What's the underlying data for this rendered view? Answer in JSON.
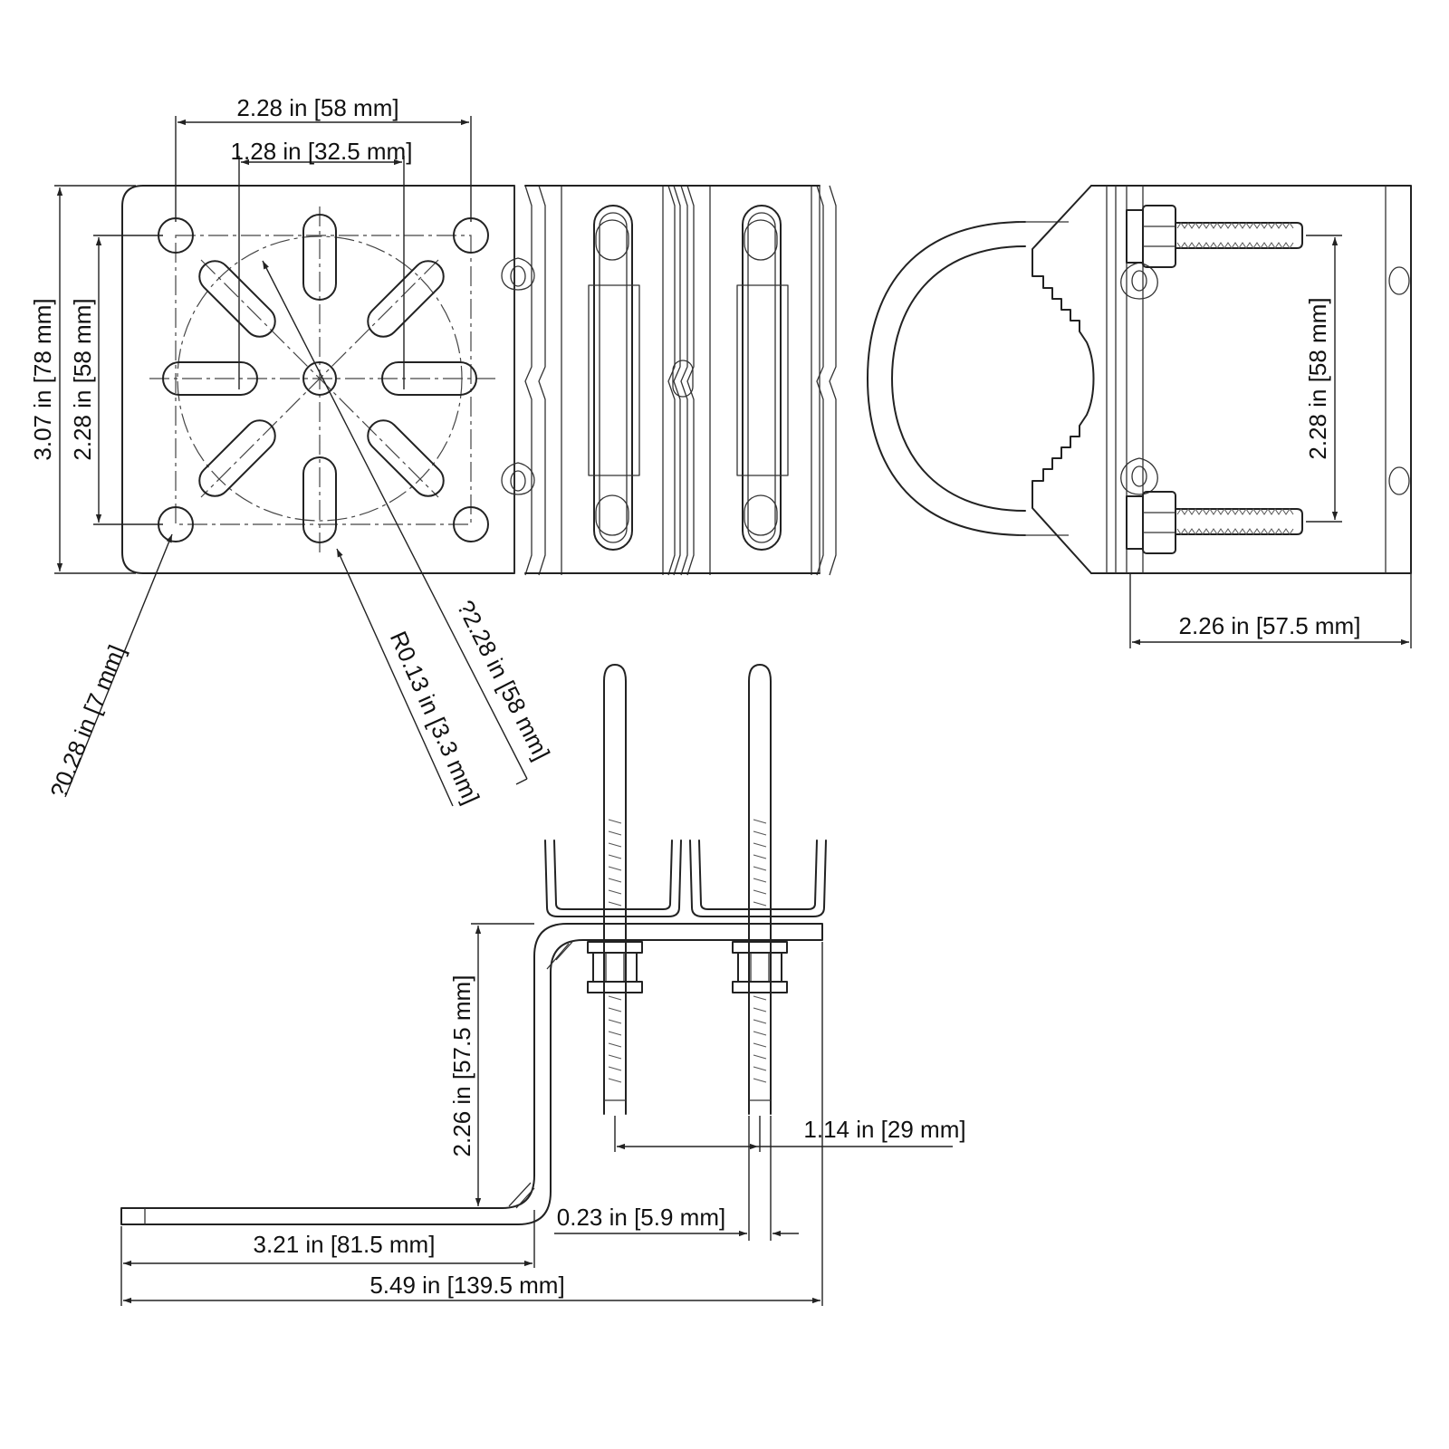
{
  "colors": {
    "line": "#222222",
    "text": "#111111",
    "background": "#ffffff"
  },
  "front_view": {
    "bolt_spacing_width": "2.28 in [58 mm]",
    "slot_spacing_width": "1.28 in [32.5 mm]",
    "overall_height": "3.07 in [78 mm]",
    "bolt_spacing_height": "2.28 in [58 mm]",
    "hole_diameter": "?0.28 in [7 mm]",
    "slot_radius": "R0.13 in [3.3 mm]",
    "circle_diameter": "?2.28 in [58 mm]"
  },
  "side_view": {
    "ubolt_spacing": "2.28 in [58 mm]",
    "depth": "2.26 in [57.5 mm]"
  },
  "bottom_view": {
    "height": "2.26 in [57.5 mm]",
    "bolt_spacing": "1.14 in [29 mm]",
    "bolt_diameter": "0.23 in [5.9 mm]",
    "flange_length": "3.21 in [81.5 mm]",
    "overall_length": "5.49 in [139.5 mm]"
  }
}
